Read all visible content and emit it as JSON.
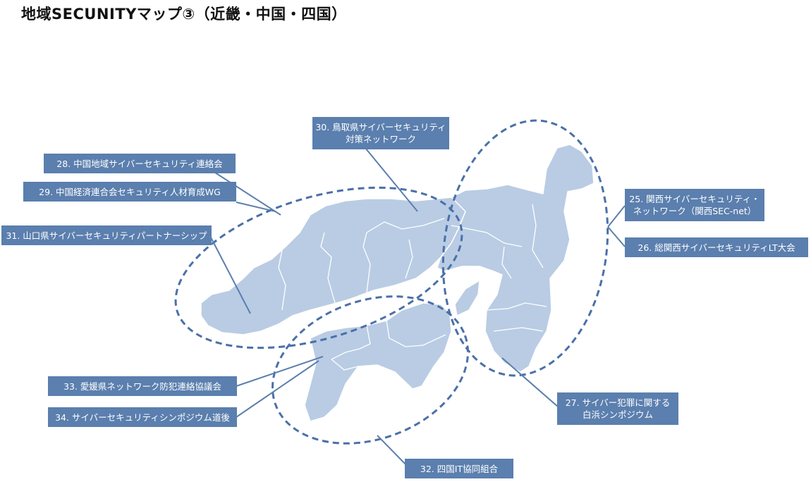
{
  "title": "地域SECUNITYマップ③（近畿・中国・四国）",
  "colors": {
    "region_fill": "#b9cce4",
    "border": "#ffffff",
    "label_bg": "#5b7fae",
    "ellipse": "#4a70a8"
  },
  "labels": {
    "l28": "28. 中国地域サイバーセキュリティ連絡会",
    "l29": "29. 中国経済連合会セキュリティ人材育成WG",
    "l30_1": "30. 鳥取県サイバーセキュリティ",
    "l30_2": "対策ネットワーク",
    "l31": "31. 山口県サイバーセキュリティパートナーシップ",
    "l25_1": "25. 関西サイバーセキュリティ・",
    "l25_2": "ネットワーク（関西SEC-net）",
    "l26": "26. 総関西サイバーセキュリティLT大会",
    "l27_1": "27. サイバー犯罪に関する",
    "l27_2": "白浜シンポジウム",
    "l32": "32. 四国IT協同組合",
    "l33": "33. 愛媛県ネットワーク防犯連絡協議会",
    "l34": "34. サイバーセキュリティシンポジウム道後"
  }
}
